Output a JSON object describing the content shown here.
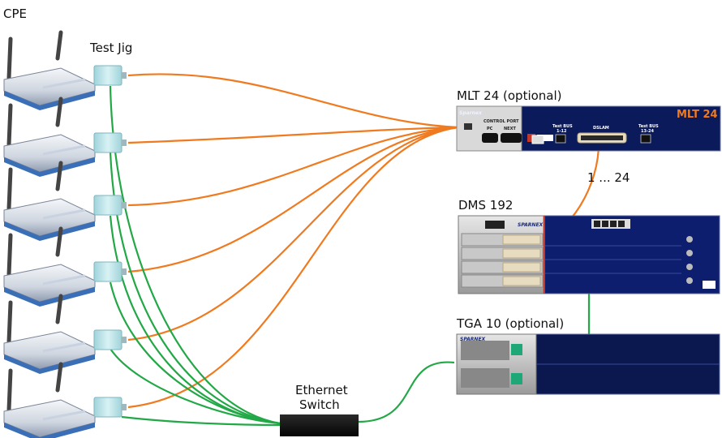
{
  "labels": {
    "cpe": "CPE",
    "test_jig": "Test Jig",
    "mlt": "MLT 24 (optional)",
    "range": "1 ... 24",
    "dms": "DMS 192",
    "tga": "TGA 10 (optional)",
    "switch_line1": "Ethernet",
    "switch_line2": "Switch"
  },
  "mlt_panel": {
    "title": "MLT 24",
    "brand": "Sparnex",
    "control_port": "CONTROL PORT",
    "pc": "PC",
    "next": "NEXT",
    "test_bus_a": "Test BUS",
    "test_bus_a_range": "1-12",
    "dslam": "DSLAM",
    "test_bus_b": "Test BUS",
    "test_bus_b_range": "13-24"
  },
  "dms_panel": {
    "brand": "SPARNEX"
  },
  "tga_panel": {
    "brand": "SPARNEX"
  },
  "colors": {
    "orange_cable": "#f07a1f",
    "green_cable": "#22a846",
    "mlt_blue": "#0b1a5a",
    "dms_blue": "#0d1e6e",
    "jig_cyan": "#bfe6ea"
  }
}
